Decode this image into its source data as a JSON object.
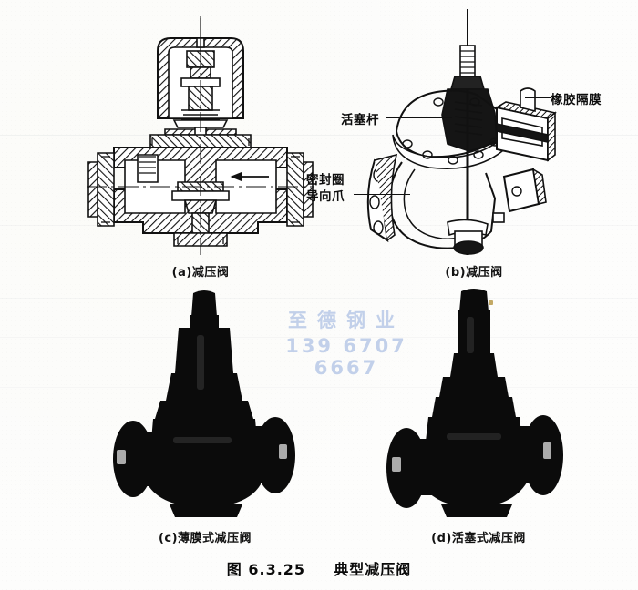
{
  "page": {
    "background_color": "#fdfdfb",
    "ink_color": "#111111",
    "figure_caption_number": "图 6.3.25",
    "figure_caption_title": "典型减压阀"
  },
  "watermark": {
    "text_cn": "至德钢业",
    "phone": "139 6707 6667",
    "color": "#9fb6e0"
  },
  "figures": [
    {
      "id": "a",
      "caption": "(a)减压阀",
      "kind": "sectional-drawing",
      "description": "膜片式减压阀剖视图"
    },
    {
      "id": "b",
      "caption": "(b)减压阀",
      "kind": "isometric-cutaway",
      "description": "减压阀立体剖切图"
    },
    {
      "id": "c",
      "caption": "(c)薄膜式减压阀",
      "kind": "photograph",
      "description": "薄膜式减压阀实物照片"
    },
    {
      "id": "d",
      "caption": "(d)活塞式减压阀",
      "kind": "photograph",
      "description": "活塞式减压阀实物照片"
    }
  ],
  "callouts": [
    {
      "label": "活塞杆"
    },
    {
      "label": "密封圈"
    },
    {
      "label": "导向爪"
    },
    {
      "label": "橡胶隔膜"
    }
  ]
}
